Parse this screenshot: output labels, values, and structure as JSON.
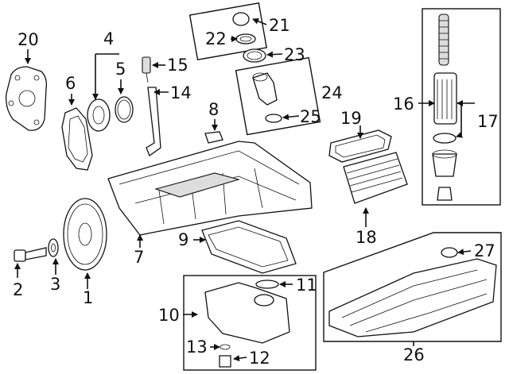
{
  "diagram": {
    "callouts": {
      "c1": "1",
      "c2": "2",
      "c3": "3",
      "c4": "4",
      "c5": "5",
      "c6": "6",
      "c7": "7",
      "c8": "8",
      "c9": "9",
      "c10": "10",
      "c11": "11",
      "c12": "12",
      "c13": "13",
      "c14": "14",
      "c15": "15",
      "c16": "16",
      "c17": "17",
      "c18": "18",
      "c19": "19",
      "c20": "20",
      "c21": "21",
      "c22": "22",
      "c23": "23",
      "c24": "24",
      "c25": "25",
      "c26": "26",
      "c27": "27"
    },
    "colors": {
      "line": "#111111",
      "shade": "#dddddd",
      "background": "#ffffff"
    }
  }
}
